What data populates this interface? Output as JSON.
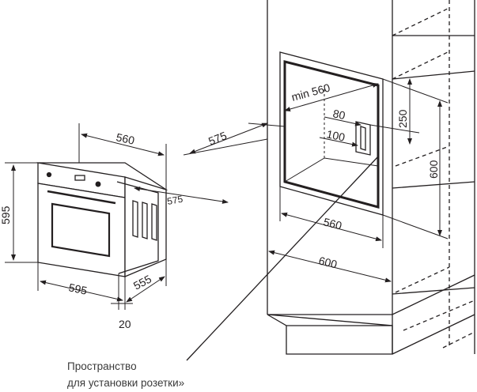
{
  "oven": {
    "width": "560",
    "depth_top": "575",
    "height": "595",
    "front_width": "595",
    "front_depth": "555",
    "front_panel": "20"
  },
  "niche": {
    "min_width": "min 560",
    "depth": "575",
    "dim_80": "80",
    "dim_100": "100",
    "dim_250": "250",
    "height": "600",
    "width": "560",
    "outer_width": "600"
  },
  "caption": {
    "line1": "Пространство",
    "line2": "для установки розетки»"
  },
  "colors": {
    "line": "#231f20",
    "caption": "#3a3a3a"
  }
}
